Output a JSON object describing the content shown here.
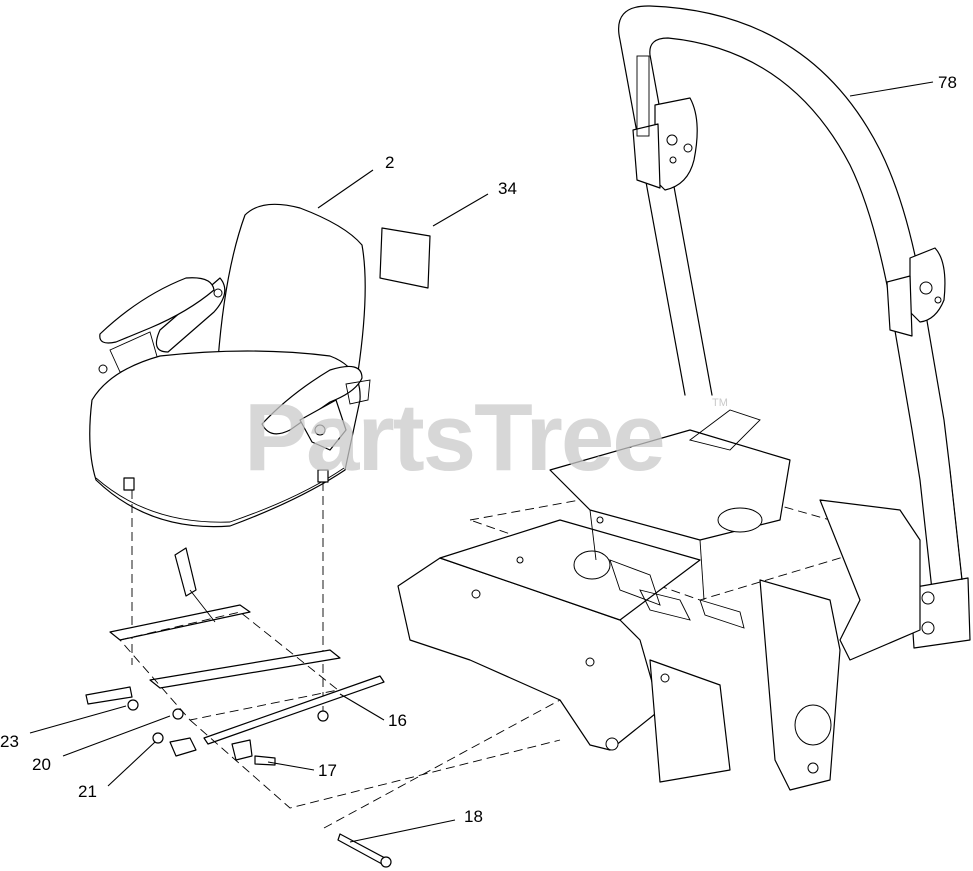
{
  "watermark": {
    "text": "PartsTree",
    "trademark": "TM"
  },
  "callouts": {
    "c2": "2",
    "c34": "34",
    "c78": "78",
    "c16": "16",
    "c17": "17",
    "c18": "18",
    "c20": "20",
    "c21": "21",
    "c23": "23"
  }
}
